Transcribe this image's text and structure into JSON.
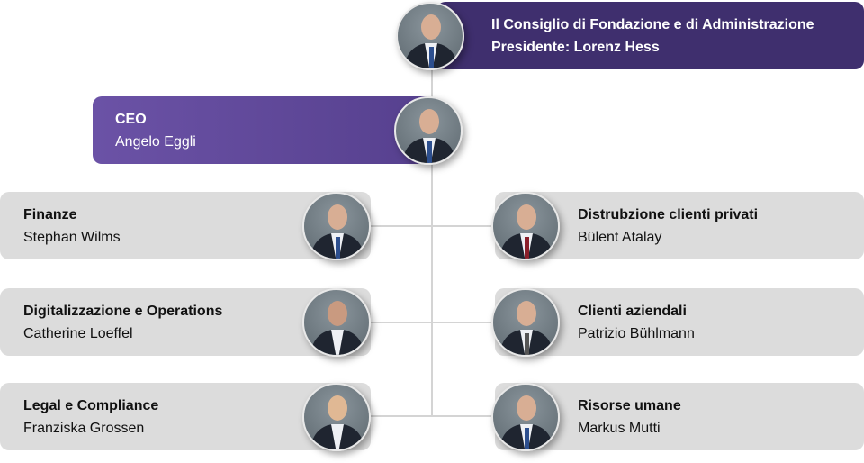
{
  "board": {
    "title": "Il Consiglio di Fondazione e di Administrazione",
    "subtitle": "Presidente: Lorenz Hess"
  },
  "ceo": {
    "title": "CEO",
    "name": "Angelo Eggli"
  },
  "left": [
    {
      "title": "Finanze",
      "name": "Stephan Wilms"
    },
    {
      "title": "Digitalizzazione e Operations",
      "name": "Catherine Loeffel"
    },
    {
      "title": "Legal e Compliance",
      "name": "Franziska Grossen"
    }
  ],
  "right": [
    {
      "title": "Distrubzione clienti privati",
      "name": "Bülent Atalay"
    },
    {
      "title": "Clienti aziendali",
      "name": "Patrizio Bühlmann"
    },
    {
      "title": "Risorse umane",
      "name": "Markus Mutti"
    }
  ]
}
